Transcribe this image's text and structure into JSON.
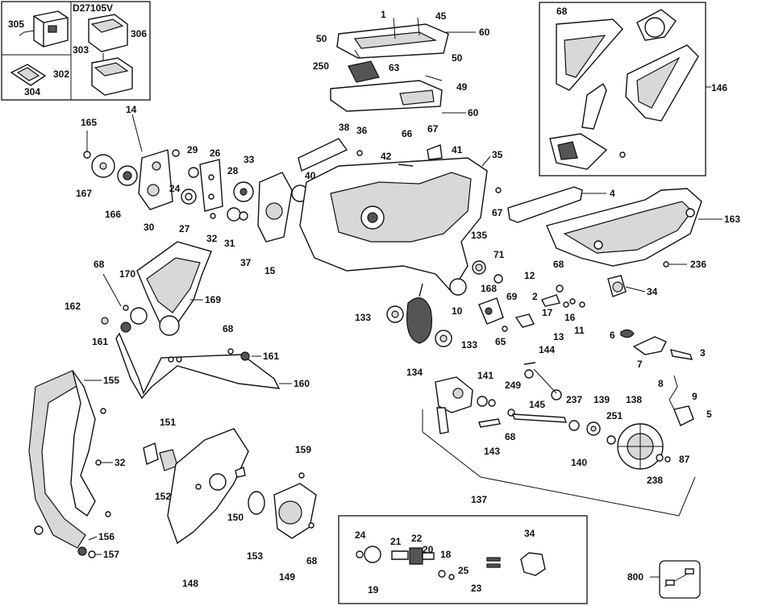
{
  "model_label": "D27105V",
  "parts": {
    "p1": "1",
    "p2": "2",
    "p4": "4",
    "p5": "5",
    "p6": "6",
    "p7": "7",
    "p8": "8",
    "p9": "9",
    "p10": "10",
    "p11": "11",
    "p12": "12",
    "p13": "13",
    "p14": "14",
    "p15": "15",
    "p16": "16",
    "p17": "17",
    "p18": "18",
    "p19": "19",
    "p20": "20",
    "p21": "21",
    "p22": "22",
    "p23": "23",
    "p24a": "24",
    "p24b": "24",
    "p25": "25",
    "p26": "26",
    "p27": "27",
    "p28": "28",
    "p29": "29",
    "p30": "30",
    "p31": "31",
    "p32a": "32",
    "p32b": "32",
    "p33": "33",
    "p34a": "34",
    "p34b": "34",
    "p35": "35",
    "p36": "36",
    "p37": "37",
    "p38": "38",
    "p40": "40",
    "p41": "41",
    "p42": "42",
    "p45": "45",
    "p49": "49",
    "p50a": "50",
    "p50b": "50",
    "p60a": "60",
    "p60b": "60",
    "p63": "63",
    "p65": "65",
    "p66": "66",
    "p67a": "67",
    "p67b": "67",
    "p68a": "68",
    "p68b": "68",
    "p68c": "68",
    "p68d": "68",
    "p68e": "68",
    "p68f": "68",
    "p69": "69",
    "p71": "71",
    "p87": "87",
    "p133a": "133",
    "p133b": "133",
    "p134": "134",
    "p135": "135",
    "p137": "137",
    "p138": "138",
    "p139": "139",
    "p140": "140",
    "p141": "141",
    "p143": "143",
    "p144": "144",
    "p145": "145",
    "p146": "146",
    "p148": "148",
    "p149": "149",
    "p150": "150",
    "p151": "151",
    "p152": "152",
    "p153": "153",
    "p155": "155",
    "p156": "156",
    "p157": "157",
    "p159": "159",
    "p160": "160",
    "p161a": "161",
    "p161b": "161",
    "p162": "162",
    "p163": "163",
    "p165": "165",
    "p166": "166",
    "p167": "167",
    "p168": "168",
    "p169": "169",
    "p170": "170",
    "p236": "236",
    "p237": "237",
    "p238": "238",
    "p249": "249",
    "p250": "250",
    "p251": "251",
    "p302": "302",
    "p303": "303",
    "p304": "304",
    "p305": "305",
    "p306": "306",
    "p800": "800",
    "p3": "3"
  },
  "equals_sign": "="
}
